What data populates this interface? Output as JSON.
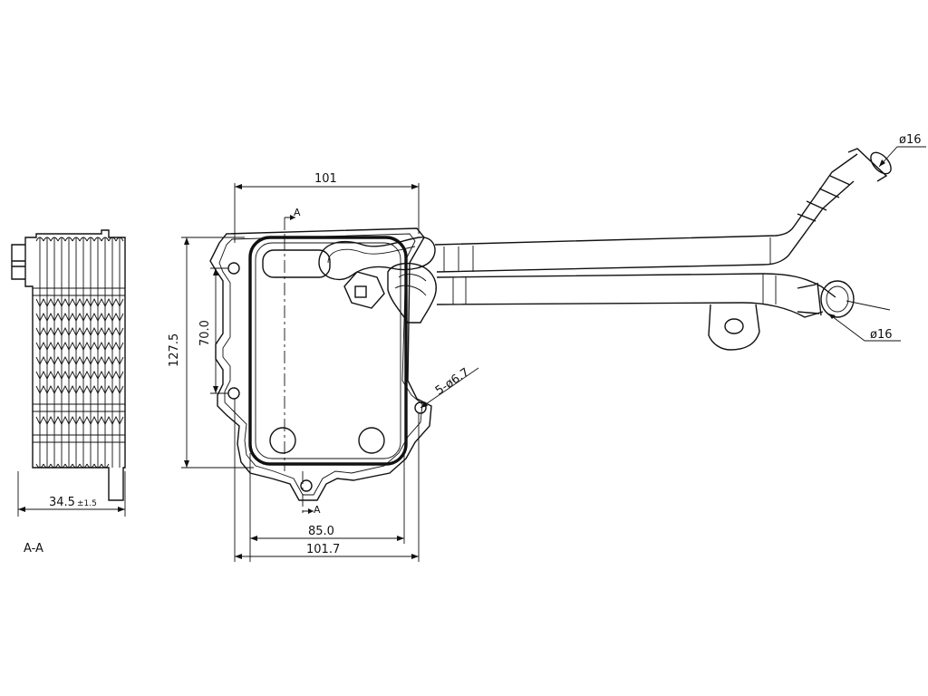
{
  "dimensions": {
    "top_width": "101",
    "height_overall": "127.5",
    "height_inner": "70.0",
    "bottom_inner_width": "85.0",
    "bottom_overall_width": "101.7",
    "side_thickness": "34.5",
    "side_tolerance": "±1.5",
    "holes": "5-ø6.7",
    "upper_pipe_diameter": "ø16",
    "lower_pipe_diameter": "ø16"
  },
  "section": {
    "marker_top": "A",
    "marker_bottom": "A",
    "view_label": "A-A"
  }
}
